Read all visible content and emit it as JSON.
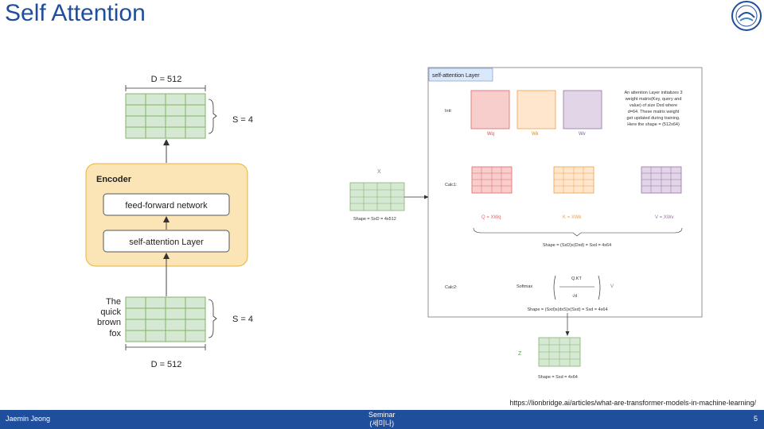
{
  "slide": {
    "title": "Self Attention",
    "credit": "https://lionbridge.ai/articles/what-are-transformer-models-in-machine-learning/",
    "author": "Jaemin Jeong",
    "seminar_line1": "Seminar",
    "seminar_line2": "(세미나)",
    "page": "5"
  },
  "left_diagram": {
    "top_label": "D = 512",
    "top_s": "S = 4",
    "encoder": "Encoder",
    "ffn": "feed-forward network",
    "self_attn": "self-attention Layer",
    "input_words": [
      "The",
      "quick",
      "brown",
      "fox"
    ],
    "bottom_s": "S = 4",
    "bottom_label": "D = 512"
  },
  "right_diagram": {
    "header": "self-attention Layer",
    "init": "Init:",
    "wq": "Wq",
    "wk": "Wk",
    "wv": "Wv",
    "note": [
      "An attention Layer initializes 3",
      "weight matrix(Key, query and",
      "value) of size Dxd where",
      "d=64. These matrix weight",
      "get updated during training.",
      "Here the shape = (512x64)"
    ],
    "x_label": "X",
    "x_shape": "Shape = SxD = 4x512",
    "calc1": "Calc1:",
    "q_eq": "Q = XWq",
    "k_eq": "K = XWk",
    "v_eq": "V = XWv",
    "shape1": "Shape = (SxD)x(Dxd) = Sxd = 4x64",
    "calc2": "Calc2:",
    "softmax": "Softmax",
    "qkt": "Q.KT",
    "sqrtd": "√d",
    "v": "V",
    "shape2": "Shape = (Sxd)x(dxS)x(Sxd) = Sxd = 4x64",
    "z": "Z",
    "z_shape": "Shape = Sxd = 4x64"
  },
  "colors": {
    "brand_blue": "#1f4e9c",
    "encoder_fill": "#fbe5b6",
    "encoder_stroke": "#e6b33d",
    "green_fill": "#d5e8d4",
    "green_stroke": "#82b366",
    "red_fill": "#f8cecc",
    "red_stroke": "#e06666",
    "orange_fill": "#ffe6cc",
    "orange_stroke": "#e8a04d",
    "purple_fill": "#e1d5e7",
    "purple_stroke": "#9673a6"
  }
}
